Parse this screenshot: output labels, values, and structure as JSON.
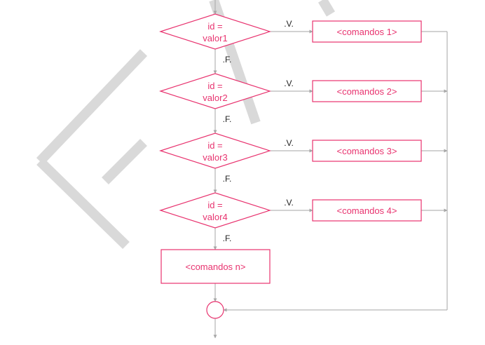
{
  "colors": {
    "node_border": "#e8336f",
    "node_text": "#e8336f",
    "connector": "#a6a6a6",
    "edge_label": "#222222",
    "watermark": "#d9d9d9"
  },
  "decisions": [
    {
      "line1": "id =",
      "line2": "valor1"
    },
    {
      "line1": "id =",
      "line2": "valor2"
    },
    {
      "line1": "id =",
      "line2": "valor3"
    },
    {
      "line1": "id =",
      "line2": "valor4"
    }
  ],
  "actions": [
    "<comandos 1>",
    "<comandos 2>",
    "<comandos 3>",
    "<comandos 4>"
  ],
  "default_action": "<comandos n>",
  "true_label": ".V.",
  "false_label": ".F.",
  "end_connector_icon": "circle-connector-icon",
  "watermark_icon": "diagonal-stroke-watermark-icon"
}
